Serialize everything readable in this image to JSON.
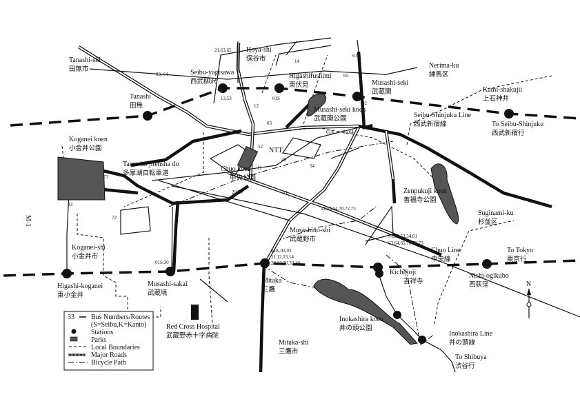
{
  "map_id": "M-1",
  "areas": [
    {
      "en": "Tanashi-shi",
      "jp": "田無市"
    },
    {
      "en": "Hoya-shi",
      "jp": "保谷市"
    },
    {
      "en": "Nerima-ku",
      "jp": "練馬区"
    },
    {
      "en": "Koganei-shi",
      "jp": "小金井市"
    },
    {
      "en": "Musashino-shi",
      "jp": "武蔵野市"
    },
    {
      "en": "Suginami-ku",
      "jp": "杉並区"
    },
    {
      "en": "Mitaka-shi",
      "jp": "三鷹市"
    }
  ],
  "stations": [
    {
      "en": "Tanashi",
      "jp": "田無"
    },
    {
      "en": "Seibu-yagisawa",
      "jp": "西武柳沢"
    },
    {
      "en": "Higashifushimi",
      "jp": "東伏見"
    },
    {
      "en": "Musashi-seki",
      "jp": "武蔵関"
    },
    {
      "en": "Kami-shakujii",
      "jp": "上石神井"
    },
    {
      "en": "Higashi-koganei",
      "jp": "東小金井"
    },
    {
      "en": "Musashi-sakai",
      "jp": "武蔵境"
    },
    {
      "en": "Mitaka",
      "jp": "三鷹"
    },
    {
      "en": "Kichijioji",
      "jp": "吉祥寺"
    },
    {
      "en": "Nishi-ogikubo",
      "jp": "西荻窪"
    }
  ],
  "parks": [
    {
      "en": "Koganei koen",
      "jp": "小金井公園"
    },
    {
      "en": "Musashi-seki koen",
      "jp": "武蔵関公園"
    },
    {
      "en": "Chuo koen",
      "jp": "中央公園"
    },
    {
      "en": "Zenpukuji koen",
      "jp": "善福寺公園"
    },
    {
      "en": "Inokashira koen",
      "jp": "井の頭公園"
    }
  ],
  "lines": [
    {
      "en": "Seibu-Shinjuku Line",
      "jp": "西武新宿線"
    },
    {
      "en": "Chuo Line",
      "jp": "中央線"
    },
    {
      "en": "Inokashira Line",
      "jp": "井の頭線"
    }
  ],
  "directions": [
    {
      "en": "To Seibu-Shinjuku",
      "jp": "西武新宿行"
    },
    {
      "en": "To Tokyo",
      "jp": "東京行"
    },
    {
      "en": "To Shibuya",
      "jp": "渋谷行"
    }
  ],
  "landmarks": {
    "ntt": "NTT",
    "bike_path": {
      "en": "Tama-ko jitensha do",
      "jp": "多摩湖自転車道"
    },
    "hospital": {
      "en": "Red Cross Hospital",
      "jp": "武蔵野赤十字病院"
    }
  },
  "bus_labels": [
    "21,63,65",
    "14",
    "61",
    "65",
    "03, 64",
    "13,53",
    "01S",
    "02",
    "12",
    "03",
    "01K",
    "63,64",
    "52",
    "40",
    "54",
    "11",
    "51",
    "20,70",
    "73",
    "33",
    "72",
    "52,53,54,70,72,73",
    "51,52,53,54,61",
    "63,64,65,70,72,73",
    "01K,02,03",
    "11,12,13,14",
    "20,21,30,33,40",
    "01S,30"
  ],
  "legend": {
    "bus_num": "33",
    "bus": "Bus Numbers/Routes",
    "bus_note": "(S=Seibu,K=Kanto)",
    "stations": "Stations",
    "parks": "Parks",
    "boundaries": "Local Boundaries",
    "roads": "Major Roads",
    "bike": "Bicycle Path"
  },
  "north": "N"
}
